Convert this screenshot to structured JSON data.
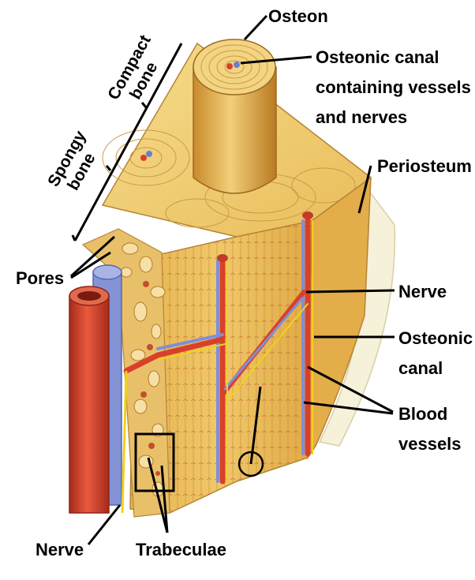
{
  "labels": {
    "osteon": "Osteon",
    "osteonic_canal_containing": [
      "Osteonic canal",
      "containing vessels",
      "and nerves"
    ],
    "periosteum": "Periosteum",
    "compact_bone": [
      "Compact",
      "bone"
    ],
    "spongy_bone": [
      "Spongy",
      "bone"
    ],
    "pores": "Pores",
    "nerve_right": "Nerve",
    "osteonic_canal": [
      "Osteonic",
      "canal"
    ],
    "blood_vessels": [
      "Blood",
      "vessels"
    ],
    "nerve_bottom": "Nerve",
    "trabeculae": "Trabeculae"
  },
  "colors": {
    "bone_light": "#f3d27a",
    "bone_mid": "#e7b954",
    "bone_dark": "#c98e2c",
    "lamella_line": "#b8863a",
    "artery": "#d8402b",
    "artery_dark": "#a62a1a",
    "vein": "#7f8fd6",
    "nerve": "#f0d21a",
    "periosteum": "#f6f1d9"
  }
}
